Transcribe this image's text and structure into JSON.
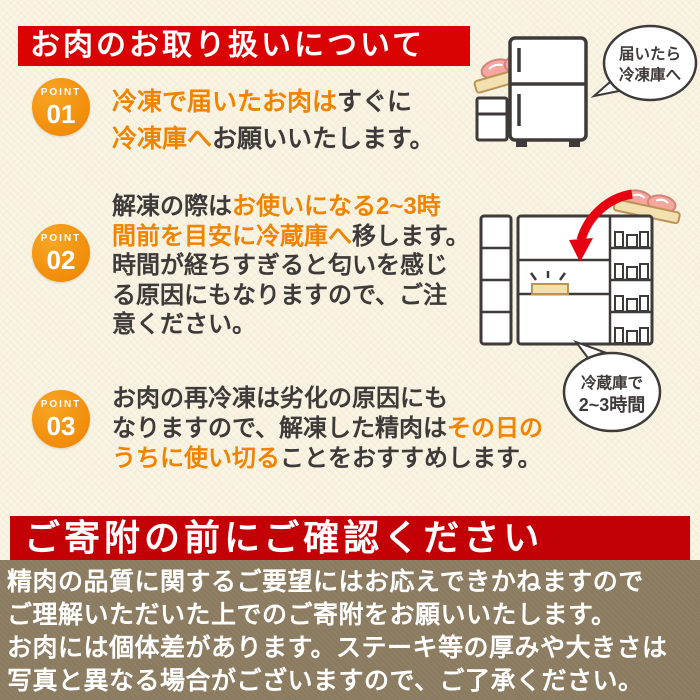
{
  "colors": {
    "background_cream": "#f9f4e3",
    "title_banner_red": "#d90303",
    "confirm_banner_red": "#c20006",
    "highlight_orange": "#f08300",
    "badge_orange": "#f39800",
    "text_dark": "#3e3a39",
    "notice_brown": "#8b7b60",
    "arrow_red": "#e60012",
    "meat_pink": "#f5a79f",
    "tray_tan": "#f2e0b0"
  },
  "title_banner": {
    "label": "お肉のお取り扱いについて"
  },
  "arrived_bubble": {
    "line1": "届いたら",
    "line2": "冷凍庫へ"
  },
  "fridge_time_bubble": {
    "line1": "冷蔵庫で",
    "line2": "2~3時間"
  },
  "points": [
    {
      "badge_text": "POINT",
      "badge_number": "01",
      "lines": [
        {
          "segments": [
            {
              "text": "冷凍で届いたお肉は",
              "highlight": true
            },
            {
              "text": "すぐに",
              "highlight": false
            }
          ]
        },
        {
          "segments": [
            {
              "text": "冷凍庫へ",
              "highlight": true
            },
            {
              "text": "お願いいたします。",
              "highlight": false
            }
          ]
        }
      ]
    },
    {
      "badge_text": "POINT",
      "badge_number": "02",
      "lines": [
        {
          "segments": [
            {
              "text": "解凍の際は",
              "highlight": false
            },
            {
              "text": "お使いになる2~3時",
              "highlight": true
            }
          ]
        },
        {
          "segments": [
            {
              "text": "間前を目安に冷蔵庫へ",
              "highlight": true
            },
            {
              "text": "移します。",
              "highlight": false
            }
          ]
        },
        {
          "segments": [
            {
              "text": "時間が経ちすぎると匂いを感じ",
              "highlight": false
            }
          ]
        },
        {
          "segments": [
            {
              "text": "る原因にもなりますので、ご注",
              "highlight": false
            }
          ]
        },
        {
          "segments": [
            {
              "text": "意ください。",
              "highlight": false
            }
          ]
        }
      ]
    },
    {
      "badge_text": "POINT",
      "badge_number": "03",
      "lines": [
        {
          "segments": [
            {
              "text": "お肉の再冷凍は劣化の原因にも",
              "highlight": false
            }
          ]
        },
        {
          "segments": [
            {
              "text": "なりますので、解凍した精肉は",
              "highlight": false
            },
            {
              "text": "その日の",
              "highlight": true
            }
          ]
        },
        {
          "segments": [
            {
              "text": "うちに使い切る",
              "highlight": true
            },
            {
              "text": "ことをおすすめします。",
              "highlight": false
            }
          ]
        }
      ]
    }
  ],
  "confirm_banner": {
    "label": "ご寄附の前にご確認ください"
  },
  "notice": {
    "lines": [
      "精肉の品質に関するご要望にはお応えできかねますので",
      "ご理解いただいた上でのご寄附をお願いいたします。",
      "お肉には個体差があります。ステーキ等の厚みや大きさは",
      "写真と異なる場合がございますので、ご了承ください。"
    ]
  }
}
